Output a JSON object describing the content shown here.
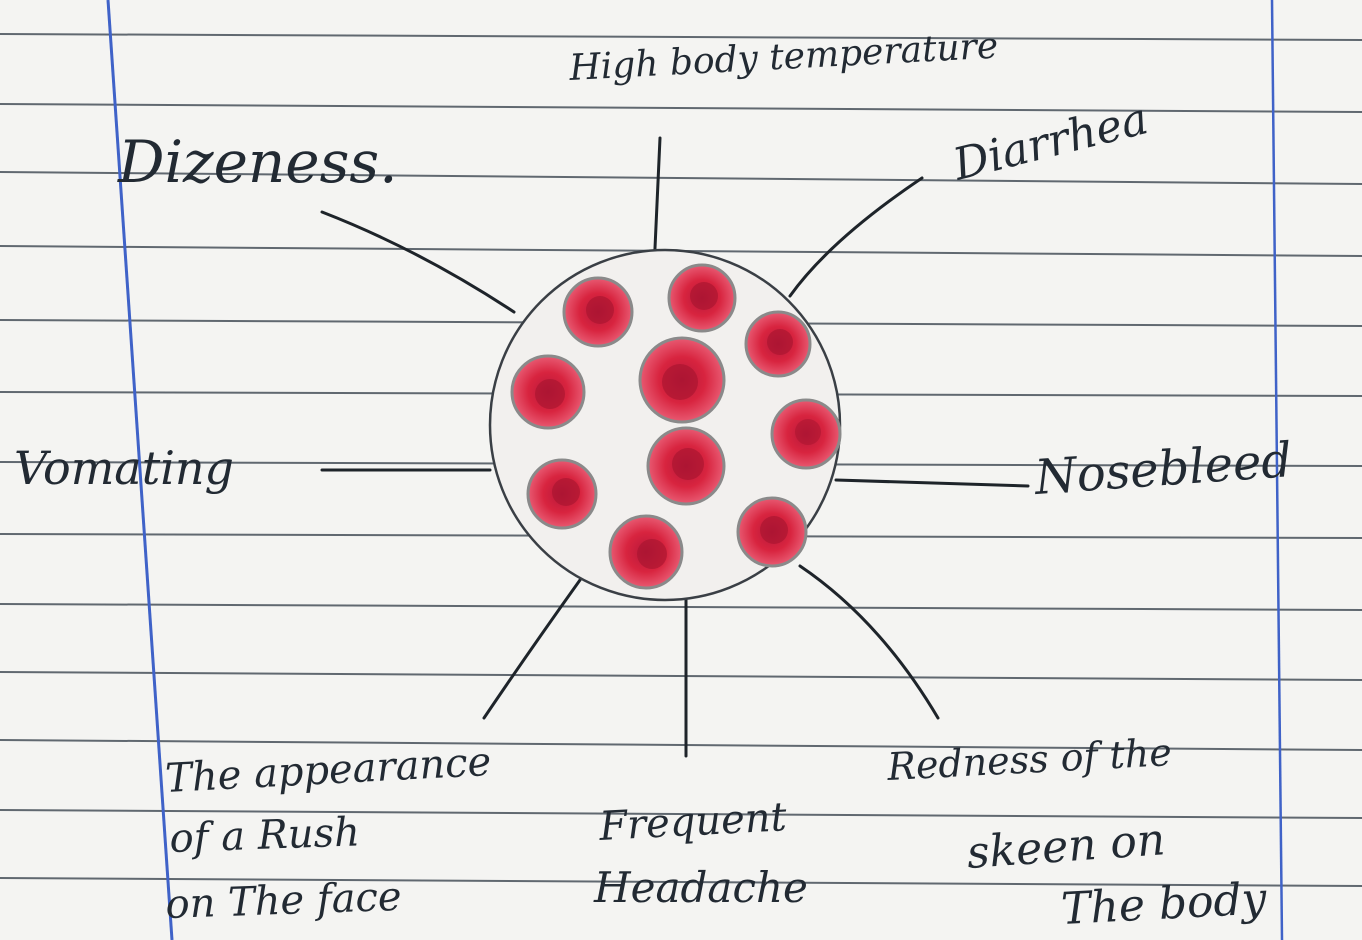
{
  "diagram": {
    "center_label": "",
    "labels": {
      "top": "High body temperature",
      "top_left": "Dizeness.",
      "top_right": "Diarrhea",
      "left": "Vomating",
      "right": "Nosebleed",
      "bottom_left": [
        "The appearance",
        "of a Rush",
        "on The face"
      ],
      "bottom_center": [
        "Frequent",
        "Headache"
      ],
      "bottom_right": [
        "Redness of the",
        "skeen on",
        "The body"
      ]
    }
  },
  "colors": {
    "paper": "#f4f4f2",
    "rule_line": "#3c4650",
    "margin_line": "#3f62c8",
    "ink": "#222a33",
    "spot_red": "#d8243f",
    "spot_dark": "#a5142e",
    "spot_ring": "#8a8a8a"
  }
}
